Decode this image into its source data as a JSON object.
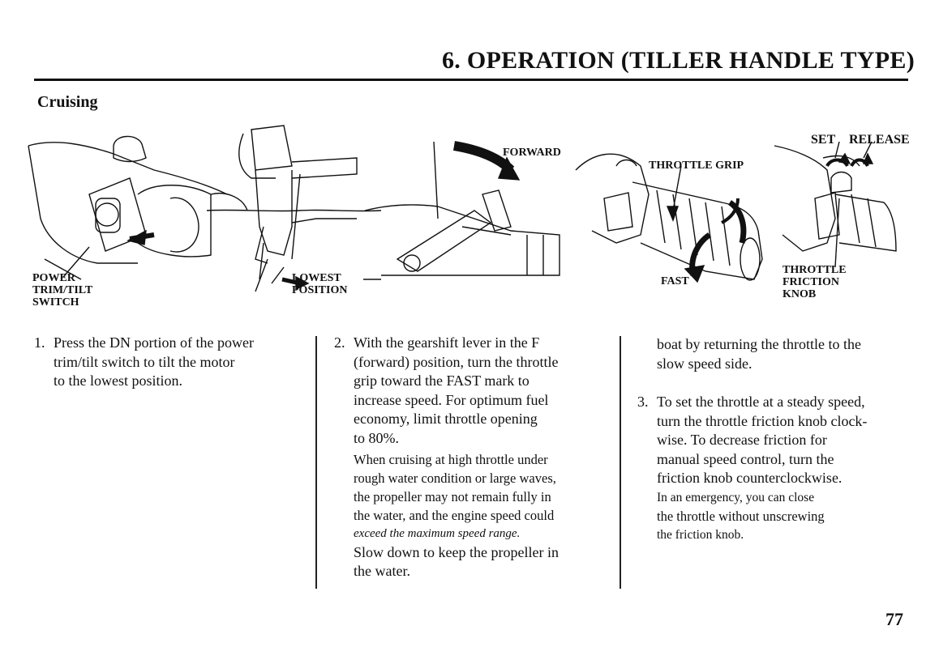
{
  "header": {
    "title": "6. OPERATION (TILLER HANDLE TYPE)"
  },
  "section": {
    "heading": "Cruising"
  },
  "labels": {
    "power_switch": [
      "POWER",
      "TRIM/TILT",
      "SWITCH"
    ],
    "lowest_position": [
      "LOWEST",
      "POSITION"
    ],
    "forward": "FORWARD",
    "throttle_grip": "THROTTLE GRIP",
    "fast": "FAST",
    "set": "SET",
    "release": "RELEASE",
    "friction_knob": [
      "THROTTLE",
      "FRICTION",
      "KNOB"
    ]
  },
  "steps": {
    "step1": {
      "number": "1.",
      "lines": [
        "Press the DN portion of the power",
        "trim/tilt switch to tilt the motor",
        "to the lowest position."
      ]
    },
    "step2": {
      "number": "2.",
      "lines": [
        "With the gearshift lever in the F",
        "(forward) position, turn the throttle",
        "grip toward the FAST mark to",
        "increase speed. For optimum fuel",
        "economy, limit throttle opening",
        "to 80%."
      ],
      "note": [
        "When cruising at high throttle under",
        "rough water condition or large waves,",
        "the propeller may not remain fully in",
        "the water, and the engine speed could",
        "exceed the maximum speed range.",
        "Slow down to keep the propeller in",
        "the water."
      ]
    },
    "step2_cont": {
      "lines": [
        "boat by returning the throttle to the",
        "slow speed side."
      ]
    },
    "step3": {
      "number": "3.",
      "lines": [
        "To set the throttle at a steady speed,",
        "turn the throttle friction knob clock-",
        "wise. To decrease friction for",
        "manual speed control, turn the",
        "friction knob counterclockwise.",
        "In an emergency, you can close",
        "the throttle without unscrewing",
        "the friction knob."
      ]
    }
  },
  "footer": {
    "page_number": "77"
  }
}
